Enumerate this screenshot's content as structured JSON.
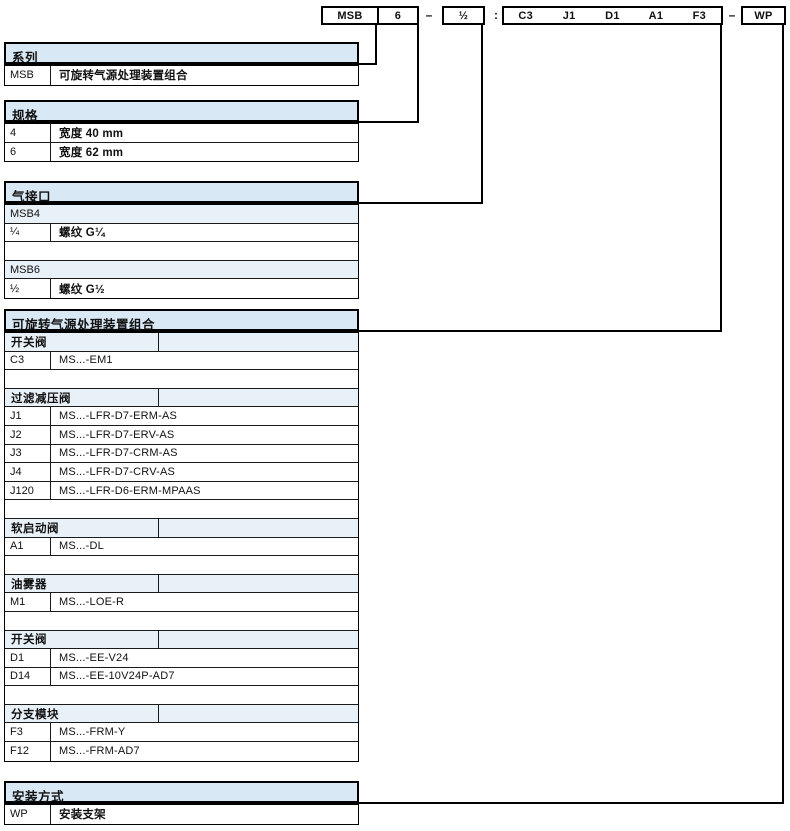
{
  "colors": {
    "header_bg": "#d9e8f5",
    "subheader_bg": "#e9f1f8",
    "line_color": "#000000"
  },
  "code_row": {
    "segments": [
      {
        "type": "box",
        "name": "code-box-series-size",
        "cells": [
          "MSB",
          "6"
        ]
      },
      {
        "type": "sep",
        "text": "–"
      },
      {
        "type": "box",
        "name": "code-box-port",
        "cells": [
          "½"
        ]
      },
      {
        "type": "sep",
        "text": ":"
      },
      {
        "type": "box",
        "name": "code-box-modules",
        "cells": [
          "C3",
          "J1",
          "D1",
          "A1",
          "F3"
        ]
      },
      {
        "type": "sep",
        "text": "–"
      },
      {
        "type": "box",
        "name": "code-box-mounting",
        "cells": [
          "WP"
        ]
      }
    ]
  },
  "tables": [
    {
      "id": "series",
      "title": "系列",
      "rows": [
        {
          "type": "kv",
          "key": "MSB",
          "value": "可旋转气源处理装置组合"
        }
      ]
    },
    {
      "id": "size",
      "title": "规格",
      "rows": [
        {
          "type": "kv",
          "key": "4",
          "value": "宽度 40 mm"
        },
        {
          "type": "kv",
          "key": "6",
          "value": "宽度 62 mm"
        }
      ]
    },
    {
      "id": "port",
      "title": "气接口",
      "rows": [
        {
          "type": "subfull",
          "label": "MSB4"
        },
        {
          "type": "kv",
          "key": "¼",
          "value": "螺纹 G¼"
        },
        {
          "type": "empty"
        },
        {
          "type": "subfull",
          "label": "MSB6"
        },
        {
          "type": "kv",
          "key": "½",
          "value": "螺纹 G½"
        }
      ]
    },
    {
      "id": "modules",
      "title": "可旋转气源处理装置组合",
      "rows": [
        {
          "type": "sub",
          "label": "开关阀"
        },
        {
          "type": "kv",
          "key": "C3",
          "value": "MS...-EM1"
        },
        {
          "type": "empty"
        },
        {
          "type": "sub",
          "label": "过滤减压阀"
        },
        {
          "type": "kv",
          "key": "J1",
          "value": "MS...-LFR-D7-ERM-AS"
        },
        {
          "type": "kv",
          "key": "J2",
          "value": "MS...-LFR-D7-ERV-AS"
        },
        {
          "type": "kv",
          "key": "J3",
          "value": "MS...-LFR-D7-CRM-AS"
        },
        {
          "type": "kv",
          "key": "J4",
          "value": "MS...-LFR-D7-CRV-AS"
        },
        {
          "type": "kv",
          "key": "J120",
          "value": "MS...-LFR-D6-ERM-MPAAS"
        },
        {
          "type": "empty"
        },
        {
          "type": "sub",
          "label": "软启动阀"
        },
        {
          "type": "kv",
          "key": "A1",
          "value": "MS...-DL"
        },
        {
          "type": "empty"
        },
        {
          "type": "sub",
          "label": "油雾器"
        },
        {
          "type": "kv",
          "key": "M1",
          "value": "MS...-LOE-R"
        },
        {
          "type": "empty"
        },
        {
          "type": "sub",
          "label": "开关阀"
        },
        {
          "type": "kv",
          "key": "D1",
          "value": "MS...-EE-V24"
        },
        {
          "type": "kv",
          "key": "D14",
          "value": "MS...-EE-10V24P-AD7"
        },
        {
          "type": "empty"
        },
        {
          "type": "sub",
          "label": "分支模块"
        },
        {
          "type": "kv",
          "key": "F3",
          "value": "MS...-FRM-Y"
        },
        {
          "type": "kv",
          "key": "F12",
          "value": "MS...-FRM-AD7"
        }
      ]
    },
    {
      "id": "mounting",
      "title": "安装方式",
      "rows": [
        {
          "type": "kv",
          "key": "WP",
          "value": "安装支架"
        }
      ]
    }
  ]
}
